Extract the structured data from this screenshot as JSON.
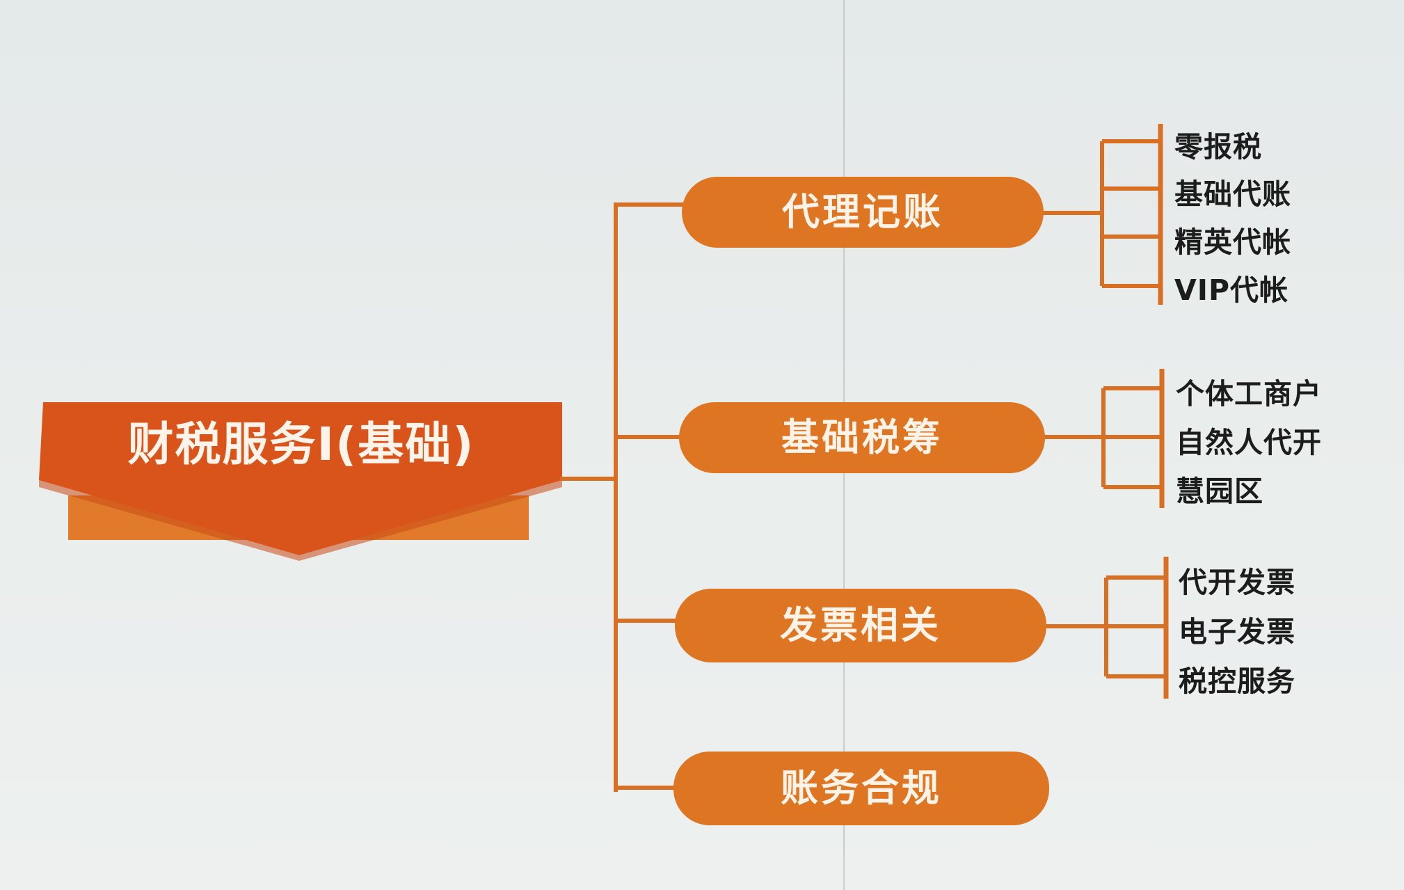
{
  "root": {
    "title": "财税服务I(基础)"
  },
  "colors": {
    "root_fill": "#d9541b",
    "root_underlay": "#e27a2c",
    "branch_fill": "#dd7523",
    "connector": "#d96f23",
    "leaf_text": "#1c1c1c"
  },
  "branches": [
    {
      "label": "代理记账",
      "items": [
        "零报税",
        "基础代账",
        "精英代帐",
        "VIP代帐"
      ]
    },
    {
      "label": "基础税筹",
      "items": [
        "个体工商户",
        "自然人代开",
        "慧园区"
      ]
    },
    {
      "label": "发票相关",
      "items": [
        "代开发票",
        "电子发票",
        "税控服务"
      ]
    },
    {
      "label": "账务合规",
      "items": []
    }
  ]
}
